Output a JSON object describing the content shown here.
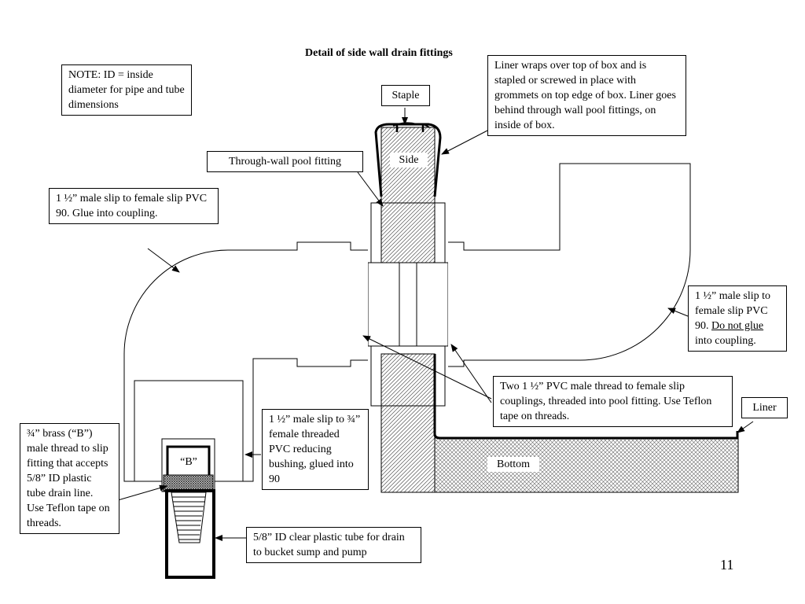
{
  "title": "Detail of side wall drain fittings",
  "note": "NOTE:  ID = inside diameter for pipe and tube dimensions",
  "labels": {
    "staple": "Staple",
    "side": "Side",
    "bottom": "Bottom",
    "b_fitting": "“B”",
    "liner": "Liner",
    "through_wall": "Through-wall pool fitting",
    "liner_wrap": "Liner wraps over top of box and is stapled or screwed in place with grommets on top edge of box.  Liner goes behind through wall pool fittings, on inside of box.",
    "left_90": "1 ½” male slip to female slip PVC  90.  Glue into coupling.",
    "right_90": {
      "part1": "1 ½” male slip to female slip PVC  90.",
      "underlined": "Do not glue",
      "part2": "into coupling."
    },
    "couplings": "Two 1 ½” PVC male thread to female slip couplings, threaded into pool fitting.  Use Teflon tape on threads.",
    "bushing": "1 ½” male slip to ¾” female threaded PVC reducing bushing, glued into 90",
    "brass": "¾” brass (“B”) male thread to slip fitting that accepts 5/8” ID plastic tube drain line.  Use Teflon tape on threads.",
    "tube": "5/8” ID clear plastic tube for drain to bucket sump and pump"
  },
  "page_number": "11"
}
